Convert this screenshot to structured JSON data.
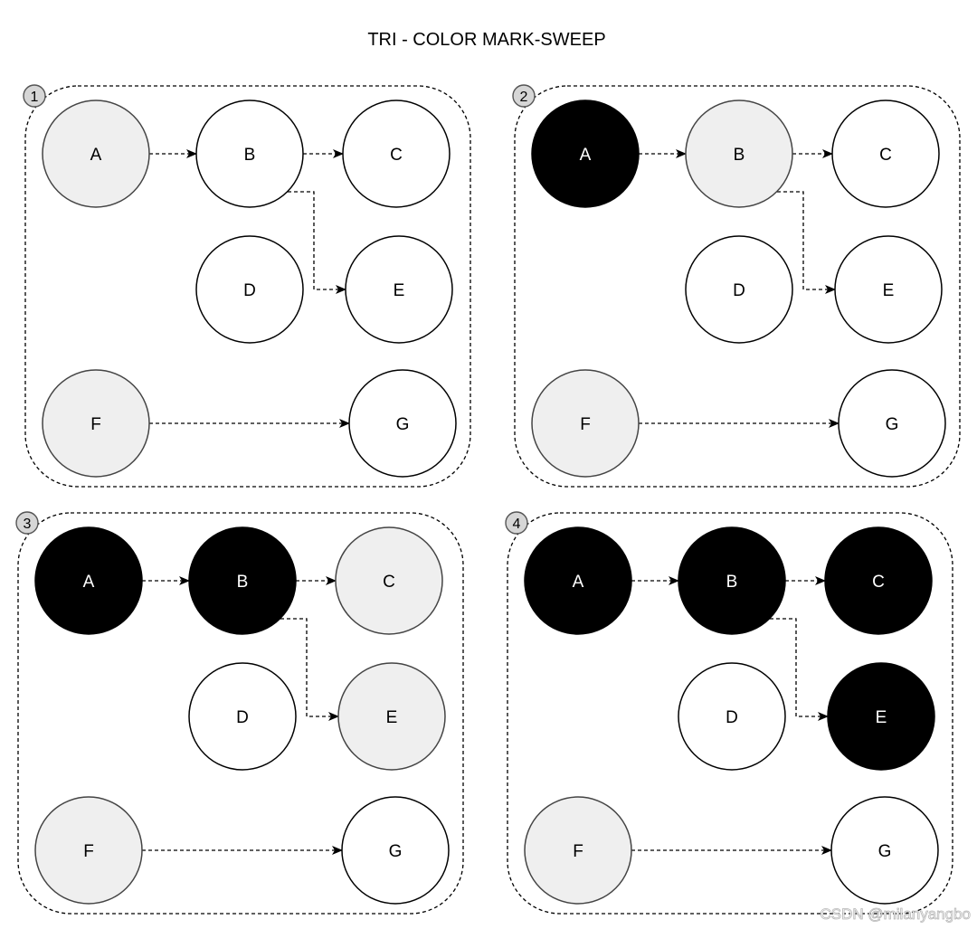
{
  "title": "TRI - COLOR MARK-SWEEP",
  "watermark": "CSDN @milanyangbo",
  "colors": {
    "white": "#ffffff",
    "grey": "#efefef",
    "black": "#000000",
    "stroke": "#000000"
  },
  "nodes": [
    "A",
    "B",
    "C",
    "D",
    "E",
    "F",
    "G"
  ],
  "edges": [
    {
      "from": "A",
      "to": "B"
    },
    {
      "from": "B",
      "to": "C"
    },
    {
      "from": "B",
      "to": "E"
    },
    {
      "from": "F",
      "to": "G"
    }
  ],
  "panels": [
    {
      "step": "1",
      "colors": {
        "A": "grey",
        "B": "white",
        "C": "white",
        "D": "white",
        "E": "white",
        "F": "grey",
        "G": "white"
      }
    },
    {
      "step": "2",
      "colors": {
        "A": "black",
        "B": "grey",
        "C": "white",
        "D": "white",
        "E": "white",
        "F": "grey",
        "G": "white"
      }
    },
    {
      "step": "3",
      "colors": {
        "A": "black",
        "B": "black",
        "C": "grey",
        "D": "white",
        "E": "grey",
        "F": "grey",
        "G": "white"
      }
    },
    {
      "step": "4",
      "colors": {
        "A": "black",
        "B": "black",
        "C": "black",
        "D": "white",
        "E": "black",
        "F": "grey",
        "G": "white"
      }
    }
  ]
}
